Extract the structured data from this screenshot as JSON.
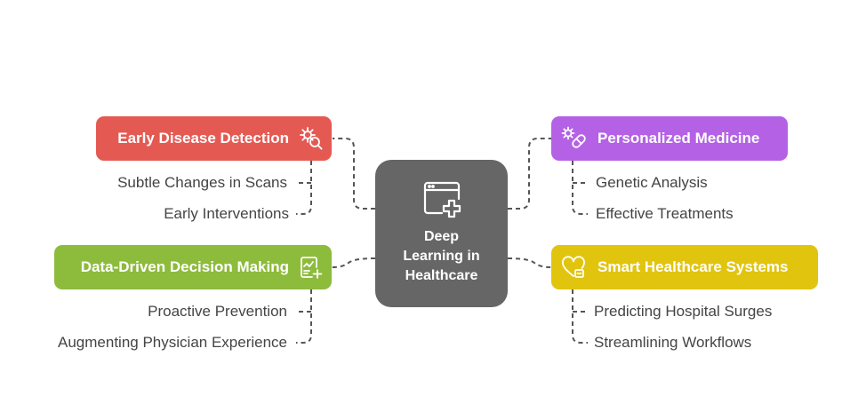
{
  "center": {
    "title": "Deep Learning in Healthcare",
    "icon": "browser-plus-icon"
  },
  "branches": [
    {
      "key": "early-disease-detection",
      "label": "Early Disease Detection",
      "color": "#e45a53",
      "icon": "gear-magnifier-icon",
      "items": [
        "Subtle Changes in Scans",
        "Early Interventions"
      ]
    },
    {
      "key": "personalized-medicine",
      "label": "Personalized Medicine",
      "color": "#b461e6",
      "icon": "gear-pill-icon",
      "items": [
        "Genetic Analysis",
        "Effective Treatments"
      ]
    },
    {
      "key": "data-driven-decision-making",
      "label": "Data-Driven Decision Making",
      "color": "#8dbb3c",
      "icon": "clipboard-plus-icon",
      "items": [
        "Proactive Prevention",
        "Augmenting Physician Experience"
      ]
    },
    {
      "key": "smart-healthcare-systems",
      "label": "Smart Healthcare Systems",
      "color": "#e1c40e",
      "icon": "heart-monitor-icon",
      "items": [
        "Predicting Hospital Surges",
        "Streamlining Workflows"
      ]
    }
  ]
}
